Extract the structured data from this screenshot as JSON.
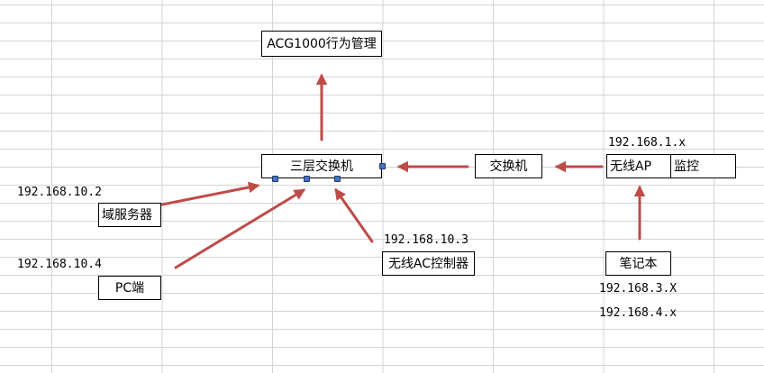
{
  "nodes": {
    "acg": "ACG1000行为管理",
    "core_switch": "三层交换机",
    "switch": "交换机",
    "wireless_ap": "无线AP",
    "monitor": "监控",
    "domain_server": "域服务器",
    "pc": "PC端",
    "wireless_ac": "无线AC控制器",
    "laptop": "笔记本"
  },
  "ips": {
    "ap_net": "192.168.1.x",
    "domain_server": "192.168.10.2",
    "wireless_ac": "192.168.10.3",
    "pc": "192.168.10.4",
    "laptop_3": "192.168.3.X",
    "laptop_4": "192.168.4.x"
  },
  "style": {
    "arrow_color": "#be4b48",
    "handle_color": "#4472c4"
  }
}
